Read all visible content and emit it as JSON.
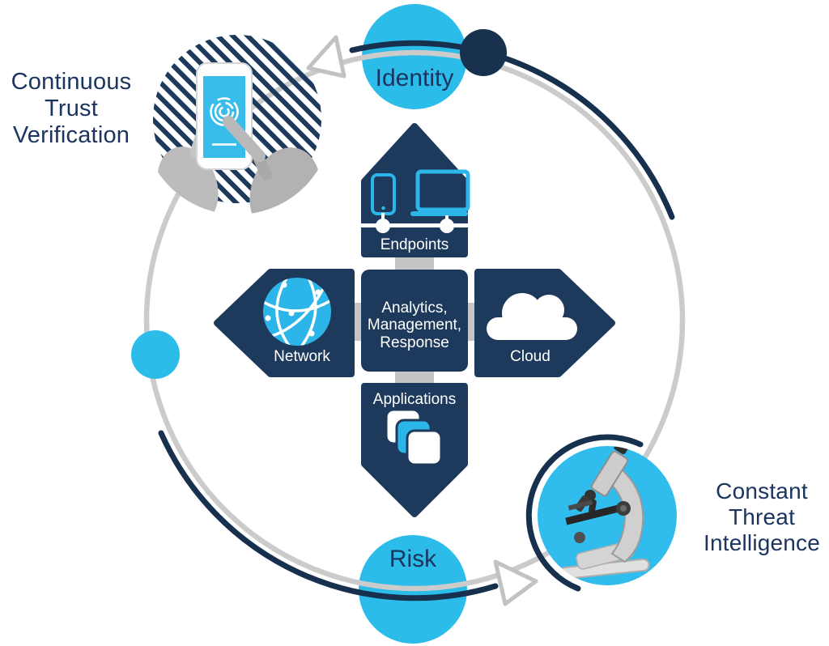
{
  "page": {
    "description": "Zero trust security model circular diagram",
    "background": "#ffffff"
  },
  "labels": {
    "continuous_trust_verification": "Continuous\nTrust\nVerification",
    "constant_threat_intelligence": "Constant\nThreat\nIntelligence",
    "identity": "Identity",
    "risk": "Risk",
    "endpoints": "Endpoints",
    "network": "Network",
    "cloud": "Cloud",
    "applications": "Applications",
    "center": "Analytics,\nManagement,\nResponse"
  },
  "icons": {
    "endpoints": "mobile-and-laptop-icon",
    "network": "globe-network-icon",
    "cloud": "cloud-icon",
    "applications": "stacked-apps-icon",
    "top_left_image": "hands-holding-phone-fingerprint-image",
    "bottom_right_image": "microscope-image",
    "flow_arrowheads": [
      "arrowhead-top-left",
      "arrowhead-bottom-right"
    ]
  },
  "colors": {
    "cyan": "#2bbcea",
    "navy": "#1d3a5c",
    "line_navy": "#16304e",
    "orbit_gray": "#cbcbcb",
    "connector_gray": "#c5c5c5",
    "text_navy": "#1b3560",
    "white": "#ffffff"
  }
}
